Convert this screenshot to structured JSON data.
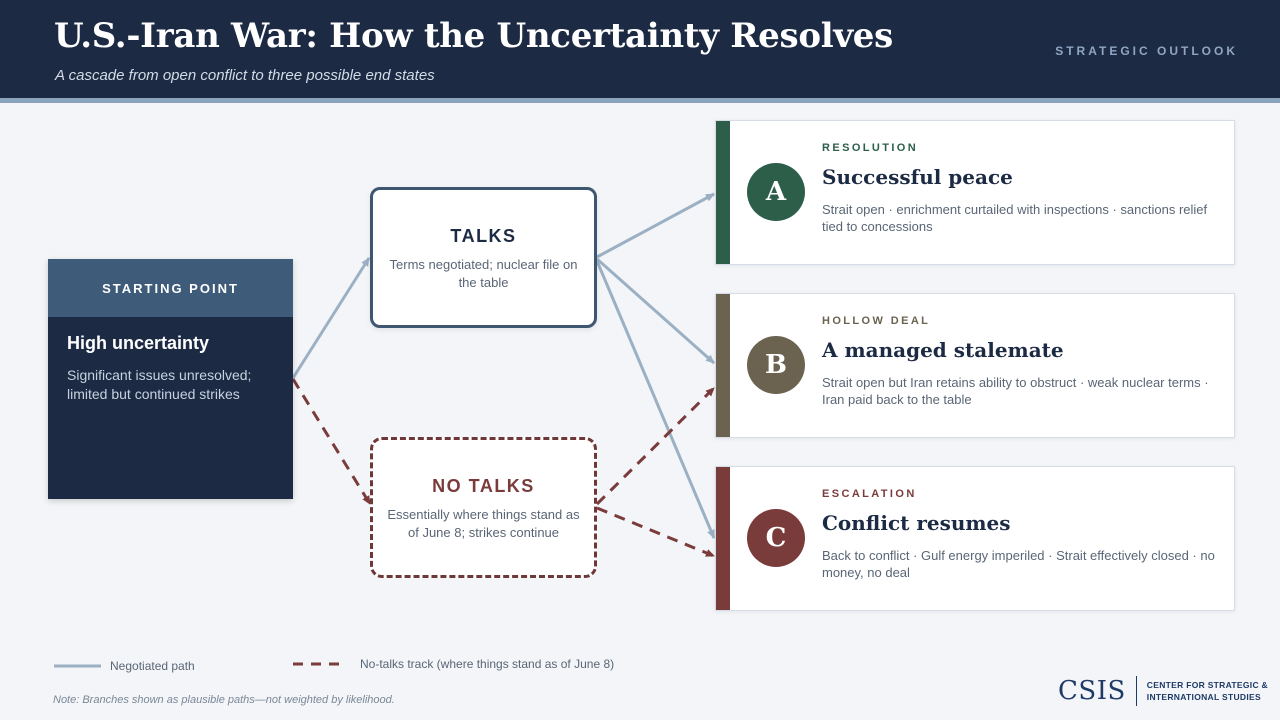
{
  "header": {
    "title": "U.S.-Iran War: How the Uncertainty Resolves",
    "subtitle": "A cascade from open conflict to three possible end states",
    "eyebrow": "STRATEGIC OUTLOOK"
  },
  "start": {
    "label": "STARTING POINT",
    "title": "High uncertainty",
    "description": "Significant issues unresolved; limited but continued strikes"
  },
  "talks": {
    "title": "TALKS",
    "description": "Terms negotiated; nuclear file on the table"
  },
  "no_talks": {
    "title": "NO TALKS",
    "description": "Essentially where things stand as of June 8; strikes continue"
  },
  "outcomes": [
    {
      "letter": "A",
      "eyebrow": "RESOLUTION",
      "title": "Successful peace",
      "description": "Strait open · enrichment curtailed with inspections · sanctions relief tied to concessions"
    },
    {
      "letter": "B",
      "eyebrow": "HOLLOW DEAL",
      "title": "A managed stalemate",
      "description": "Strait open but Iran retains ability to obstruct · weak nuclear terms · Iran paid back to the table"
    },
    {
      "letter": "C",
      "eyebrow": "ESCALATION",
      "title": "Conflict resumes",
      "description": "Back to conflict · Gulf energy imperiled · Strait effectively closed · no money, no deal"
    }
  ],
  "legend": {
    "solid": "Negotiated path",
    "dashed": "No-talks track (where things stand as of June 8)"
  },
  "note": "Note: Branches shown as plausible paths—not weighted by likelihood.",
  "logo": {
    "wordmark": "CSIS",
    "line1": "CENTER FOR STRATEGIC &",
    "line2": "INTERNATIONAL STUDIES"
  },
  "colors": {
    "navy": "#1c2a44",
    "negotiated_path": "#9cb0c4",
    "no_talks_path": "#7a3b3b",
    "resolution": "#2d5e4a",
    "hollow_deal": "#6b6350",
    "escalation": "#7a3b3b"
  }
}
